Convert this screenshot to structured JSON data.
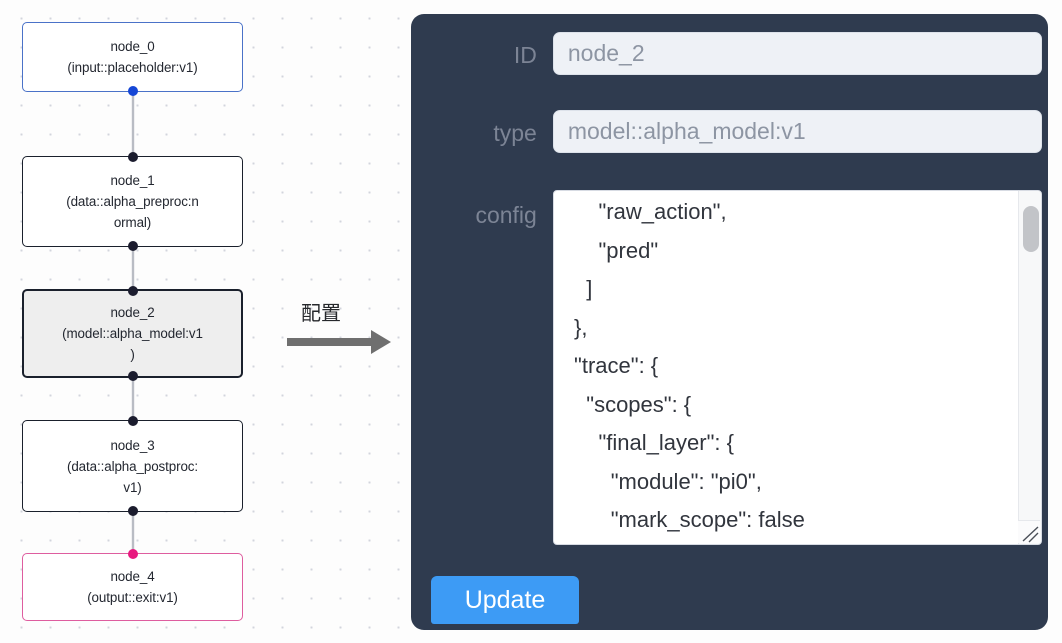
{
  "canvas": {
    "grid_dot_color": "#d2d5dd",
    "background_color": "#fdfdfd",
    "nodes": [
      {
        "id": "node_0",
        "title": "node_0",
        "subtitle": "(input::placeholder:v1)",
        "role": "input",
        "border_color": "#4a72c8",
        "fill_color": "#ffffff",
        "selected": false
      },
      {
        "id": "node_1",
        "title": "node_1",
        "subtitle": "(data::alpha_preproc:n\normal)",
        "role": "process",
        "border_color": "#1a202c",
        "fill_color": "#ffffff",
        "selected": false
      },
      {
        "id": "node_2",
        "title": "node_2",
        "subtitle": "(model::alpha_model:v1\n)",
        "role": "model",
        "border_color": "#1a202c",
        "fill_color": "#eeeeee",
        "selected": true
      },
      {
        "id": "node_3",
        "title": "node_3",
        "subtitle": "(data::alpha_postproc:\nv1)",
        "role": "process",
        "border_color": "#1a202c",
        "fill_color": "#ffffff",
        "selected": false
      },
      {
        "id": "node_4",
        "title": "node_4",
        "subtitle": "(output::exit:v1)",
        "role": "output",
        "border_color": "#de5d9f",
        "fill_color": "#ffffff",
        "selected": false
      }
    ],
    "edges": [
      {
        "from": "node_0",
        "to": "node_1"
      },
      {
        "from": "node_1",
        "to": "node_2"
      },
      {
        "from": "node_2",
        "to": "node_3"
      },
      {
        "from": "node_3",
        "to": "node_4"
      }
    ]
  },
  "annotation": {
    "text": "配置",
    "arrow_color": "#6b6b6b"
  },
  "panel": {
    "background_color": "#2f3b4f",
    "fields": [
      {
        "label": "ID",
        "value": "node_2"
      },
      {
        "label": "type",
        "value": "model::alpha_model:v1"
      },
      {
        "label": "config",
        "value": ""
      }
    ],
    "id_label": "ID",
    "id_value": "node_2",
    "type_label": "type",
    "type_value": "model::alpha_model:v1",
    "config_label": "config",
    "config_value": "      \"raw_action\",\n      \"pred\"\n    ]\n  },\n  \"trace\": {\n    \"scopes\": {\n      \"final_layer\": {\n        \"module\": \"pi0\",\n        \"mark_scope\": false\n      },\n      \"action_model\": {",
    "update_label": "Update",
    "update_color": "#3d9bf5"
  }
}
